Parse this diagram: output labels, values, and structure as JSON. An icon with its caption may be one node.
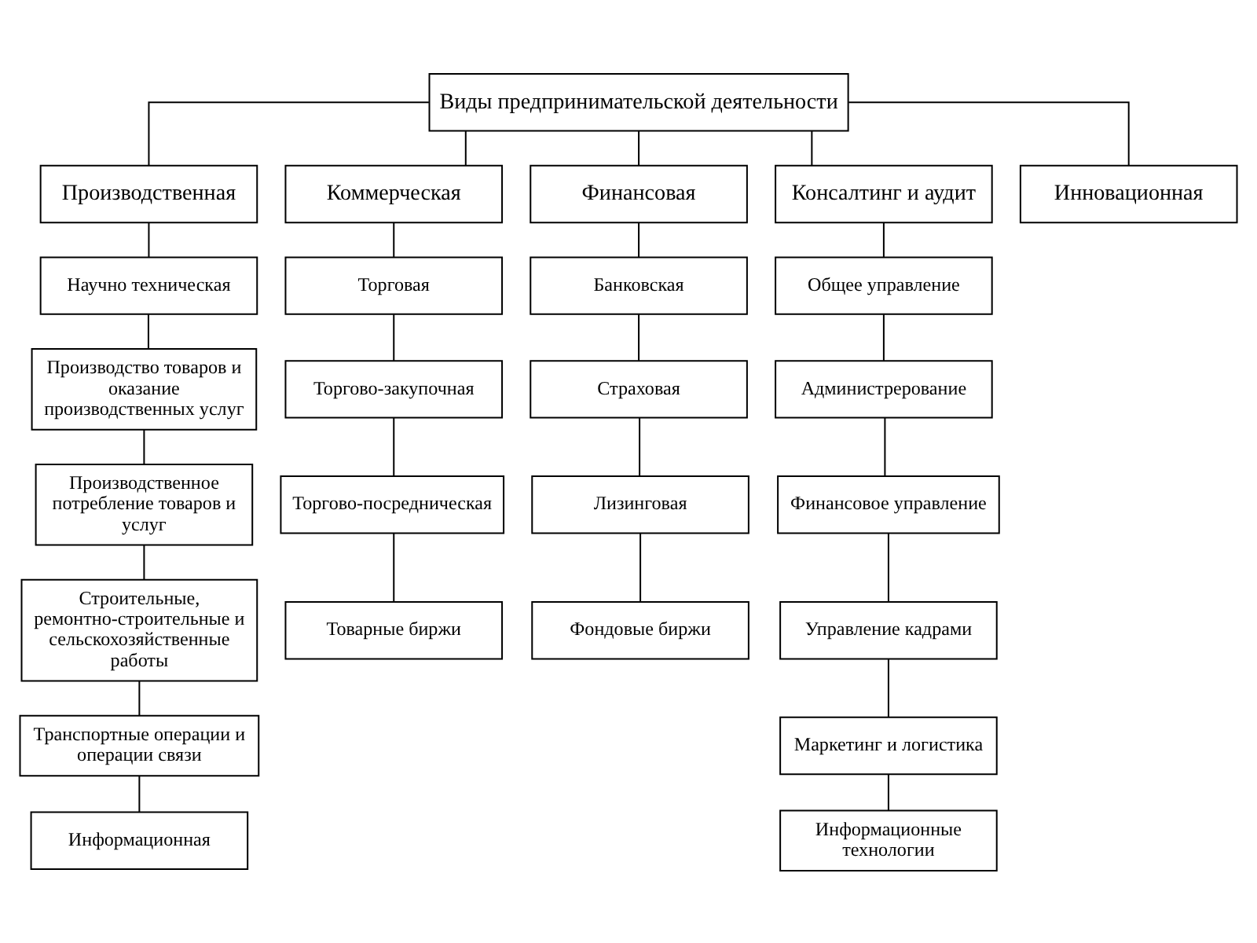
{
  "diagram": {
    "nodes": [
      {
        "text": [
          "Виды предпринимательской деятельности"
        ]
      },
      {
        "text": [
          "Производственная"
        ]
      },
      {
        "text": [
          "Коммерческая"
        ]
      },
      {
        "text": [
          "Финансовая"
        ]
      },
      {
        "text": [
          "Консалтинг и аудит"
        ]
      },
      {
        "text": [
          "Инновационная"
        ]
      },
      {
        "text": [
          "Научно техническая"
        ]
      },
      {
        "text": [
          "Производство товаров и оказание производственных услуг"
        ]
      },
      {
        "text": [
          "Производственное потребление товаров и услуг"
        ]
      },
      {
        "text": [
          "Строительные, ремонтно-строительные и сельскохозяйственные работы"
        ]
      },
      {
        "text": [
          "Транспортные операции и операции связи"
        ]
      },
      {
        "text": [
          "Информационная"
        ]
      },
      {
        "text": [
          "Торговая"
        ]
      },
      {
        "text": [
          "Торгово-закупочная"
        ]
      },
      {
        "text": [
          "Торгово-посредническая"
        ]
      },
      {
        "text": [
          "Товарные биржи"
        ]
      },
      {
        "text": [
          "Банковская"
        ]
      },
      {
        "text": [
          "Страховая"
        ]
      },
      {
        "text": [
          "Лизинговая"
        ]
      },
      {
        "text": [
          "Фондовые биржи"
        ]
      },
      {
        "text": [
          "Общее управление"
        ]
      },
      {
        "text": [
          "Администрерование"
        ]
      },
      {
        "text": [
          "Финансовое управление"
        ]
      },
      {
        "text": [
          "Управление кадрами"
        ]
      },
      {
        "text": [
          "Маркетинг и логистика"
        ]
      },
      {
        "text": [
          "Информационные технологии"
        ]
      }
    ],
    "edges": [
      {
        "from": 0,
        "to": 1,
        "arrow": "none"
      },
      {
        "from": 0,
        "to": 2,
        "arrow": "none"
      },
      {
        "from": 0,
        "to": 3,
        "arrow": "none"
      },
      {
        "from": 0,
        "to": 4,
        "arrow": "none"
      },
      {
        "from": 0,
        "to": 5,
        "arrow": "none"
      },
      {
        "from": 1,
        "to": 6,
        "arrow": "none"
      },
      {
        "from": 6,
        "to": 7,
        "arrow": "none"
      },
      {
        "from": 7,
        "to": 8,
        "arrow": "none"
      },
      {
        "from": 8,
        "to": 9,
        "arrow": "none"
      },
      {
        "from": 9,
        "to": 10,
        "arrow": "none"
      },
      {
        "from": 10,
        "to": 11,
        "arrow": "none"
      },
      {
        "from": 2,
        "to": 12,
        "arrow": "none"
      },
      {
        "from": 12,
        "to": 13,
        "arrow": "none"
      },
      {
        "from": 13,
        "to": 14,
        "arrow": "none"
      },
      {
        "from": 14,
        "to": 15,
        "arrow": "none"
      },
      {
        "from": 3,
        "to": 16,
        "arrow": "none"
      },
      {
        "from": 16,
        "to": 17,
        "arrow": "none"
      },
      {
        "from": 17,
        "to": 18,
        "arrow": "none"
      },
      {
        "from": 18,
        "to": 19,
        "arrow": "none"
      },
      {
        "from": 4,
        "to": 20,
        "arrow": "none"
      },
      {
        "from": 20,
        "to": 21,
        "arrow": "none"
      },
      {
        "from": 21,
        "to": 22,
        "arrow": "none"
      },
      {
        "from": 22,
        "to": 23,
        "arrow": "none"
      },
      {
        "from": 23,
        "to": 24,
        "arrow": "none"
      },
      {
        "from": 24,
        "to": 25,
        "arrow": "none"
      }
    ]
  }
}
